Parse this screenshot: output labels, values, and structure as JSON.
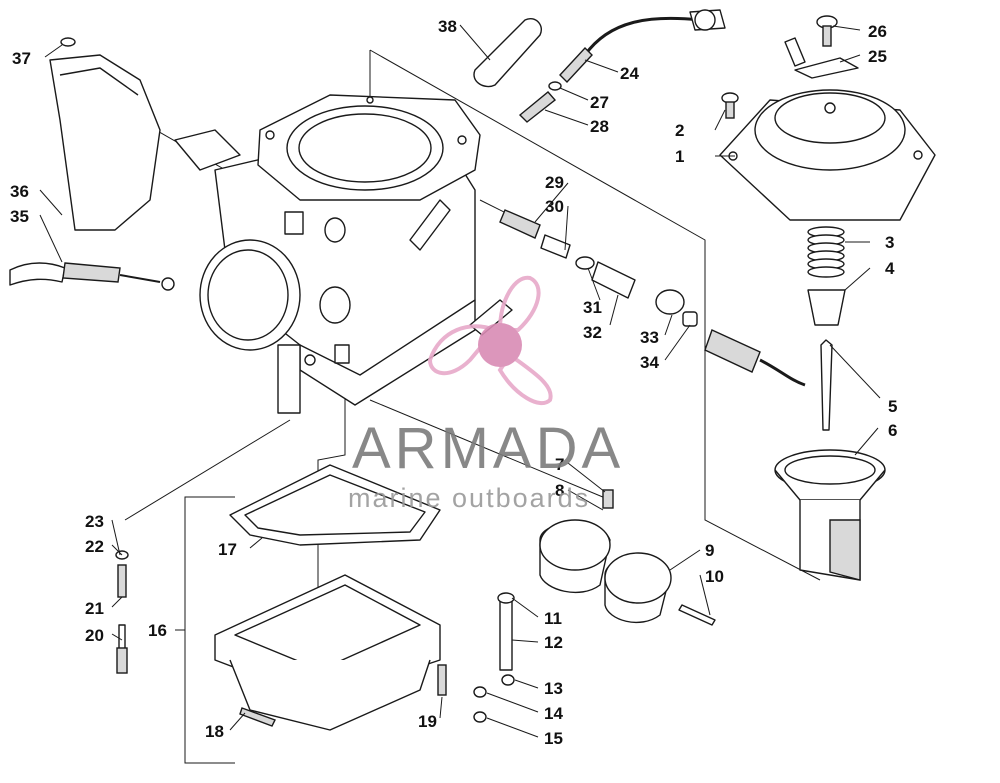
{
  "watermark": {
    "title": "ARMADA",
    "subtitle": "marine outboards",
    "logo_icon": "propeller-logo-icon",
    "logo_color": "#e7a9c9",
    "logo_hub_color": "#d98bb4"
  },
  "callouts": {
    "n1": "1",
    "n2": "2",
    "n3": "3",
    "n4": "4",
    "n5": "5",
    "n6": "6",
    "n7": "7",
    "n8": "8",
    "n9": "9",
    "n10": "10",
    "n11": "11",
    "n12": "12",
    "n13": "13",
    "n14": "14",
    "n15": "15",
    "n16": "16",
    "n17": "17",
    "n18": "18",
    "n19": "19",
    "n20": "20",
    "n21": "21",
    "n22": "22",
    "n23": "23",
    "n24": "24",
    "n25": "25",
    "n26": "26",
    "n27": "27",
    "n28": "28",
    "n29": "29",
    "n30": "30",
    "n31": "31",
    "n32": "32",
    "n33": "33",
    "n34": "34",
    "n35": "35",
    "n36": "36",
    "n37": "37",
    "n38": "38"
  }
}
